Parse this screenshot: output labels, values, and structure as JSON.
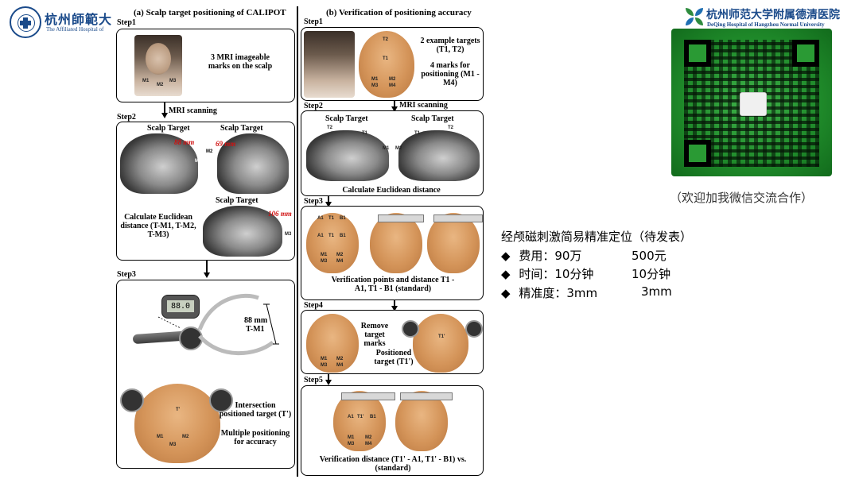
{
  "header": {
    "left_logo_text": "杭州師範大",
    "left_logo_sub": "The Affiliated Hospital of ",
    "right_logo_text": "杭州师范大学附属德清医院",
    "right_logo_sub": "DeQing Hospital of Hangzhou Normal University"
  },
  "panel_a": {
    "title": "(a) Scalp target positioning of CALIPOT",
    "step1": {
      "label": "Step1",
      "text": "3 MRI imageable marks on the scalp"
    },
    "arrow1": "MRI scanning",
    "step2": {
      "label": "Step2",
      "scalp_target_1": "Scalp Target",
      "scalp_target_2": "Scalp Target",
      "scalp_target_3": "Scalp Target",
      "dist_1": "88 mm",
      "dist_2": "69 mm",
      "dist_3": "106 mm",
      "calc_text": "Calculate Euclidean distance (T-M1, T-M2, T-M3)"
    },
    "step3": {
      "label": "Step3",
      "caliper_reading": "88.0",
      "measure_text_1": "88 mm",
      "measure_text_2": "T-M1",
      "intersection_text": "Intersection positioned target (T')",
      "multiple_text": "Multiple positioning for accuracy"
    }
  },
  "panel_b": {
    "title": "(b) Verification of positioning accuracy",
    "step1": {
      "label": "Step1",
      "text1": "2 example targets (T1, T2)",
      "text2": "4 marks for positioning (M1 - M4)"
    },
    "step2": {
      "label": "Step2",
      "arrow": "MRI scanning",
      "scalp_target_1": "Scalp Target",
      "scalp_target_2": "Scalp Target",
      "calc_text": "Calculate Euclidean distance"
    },
    "step3": {
      "label": "Step3",
      "text": "Verification points and distance T1 - A1, T1 - B1 (standard)"
    },
    "step4": {
      "label": "Step4",
      "remove_text": "Remove target marks",
      "positioned_text": "Positioned target (T1')"
    },
    "step5": {
      "label": "Step5",
      "text": "Verification distance (T1' - A1, T1' - B1) vs. (standard)"
    }
  },
  "qr": {
    "caption": "（欢迎加我微信交流合作）"
  },
  "info": {
    "title": "经颅磁刺激简易精准定位（待发表）",
    "rows": [
      {
        "bullet": "◆",
        "label": "费用：",
        "val1": "90万",
        "val2": "500元"
      },
      {
        "bullet": "◆",
        "label": "时间：",
        "val1": "10分钟",
        "val2": "10分钟"
      },
      {
        "bullet": "◆",
        "label": "精准度：",
        "val1": "3mm",
        "val2": "3mm"
      }
    ]
  },
  "marks": {
    "M1": "M1",
    "M2": "M2",
    "M3": "M3",
    "M4": "M4",
    "T": "T",
    "T1": "T1",
    "T2": "T2",
    "A1": "A1",
    "B1": "B1",
    "T1p": "T1'",
    "Tp": "T'"
  }
}
